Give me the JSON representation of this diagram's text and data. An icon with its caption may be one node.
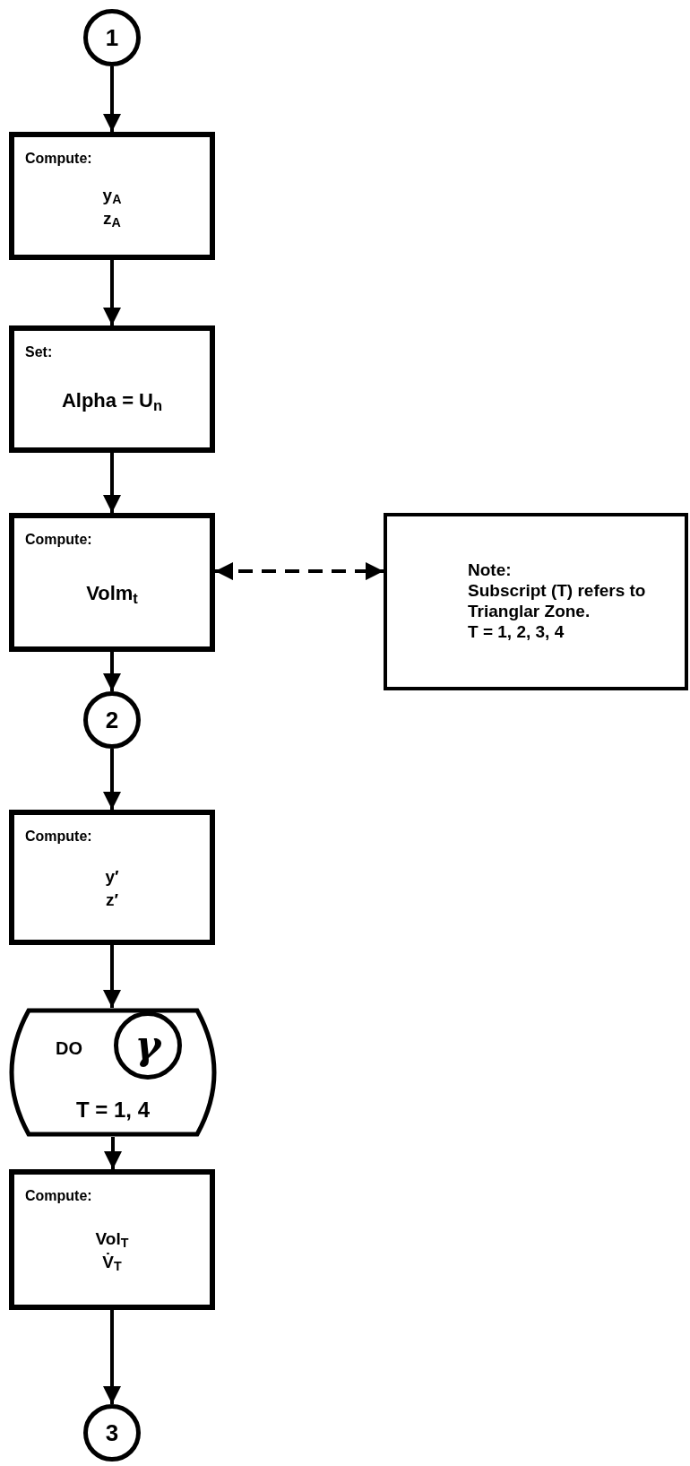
{
  "diagram": {
    "nodes": [
      {
        "text": [
          "1"
        ]
      },
      {
        "text": [
          "Compute:",
          "y$_{A}$",
          "z$_{A}$"
        ]
      },
      {
        "text": [
          "Set:",
          "Alpha = U$_{n}$"
        ]
      },
      {
        "text": [
          "Compute:",
          "Volm$_{t}$"
        ]
      },
      {
        "text": [
          "Note:",
          "Subscript (T) refers to Trianglar Zone.",
          "T = 1, 2, 3, 4"
        ]
      },
      {
        "text": [
          "2"
        ]
      },
      {
        "text": [
          "Compute:",
          "y′",
          "z′"
        ]
      },
      {
        "text": [
          "DO",
          "T = 1, 4"
        ]
      },
      {
        "text": [
          "γ"
        ],
        "in": 7
      },
      {
        "text": [
          "Compute:",
          "Vol$_{T}$",
          "V̇$_{T}$"
        ]
      },
      {
        "text": [
          "3"
        ]
      }
    ],
    "edges": [
      {
        "from": 0,
        "to": 1,
        "arrow": "to"
      },
      {
        "from": 1,
        "to": 2,
        "arrow": "to"
      },
      {
        "from": 2,
        "to": 3,
        "arrow": "to"
      },
      {
        "from": 3,
        "to": 4,
        "arrow": "both",
        "style": "dashed"
      },
      {
        "from": 3,
        "to": 5,
        "arrow": "to"
      },
      {
        "from": 5,
        "to": 6,
        "arrow": "to"
      },
      {
        "from": 6,
        "to": 7,
        "arrow": "to"
      },
      {
        "from": 7,
        "to": 9,
        "arrow": "to"
      },
      {
        "from": 9,
        "to": 10,
        "arrow": "to"
      }
    ]
  }
}
